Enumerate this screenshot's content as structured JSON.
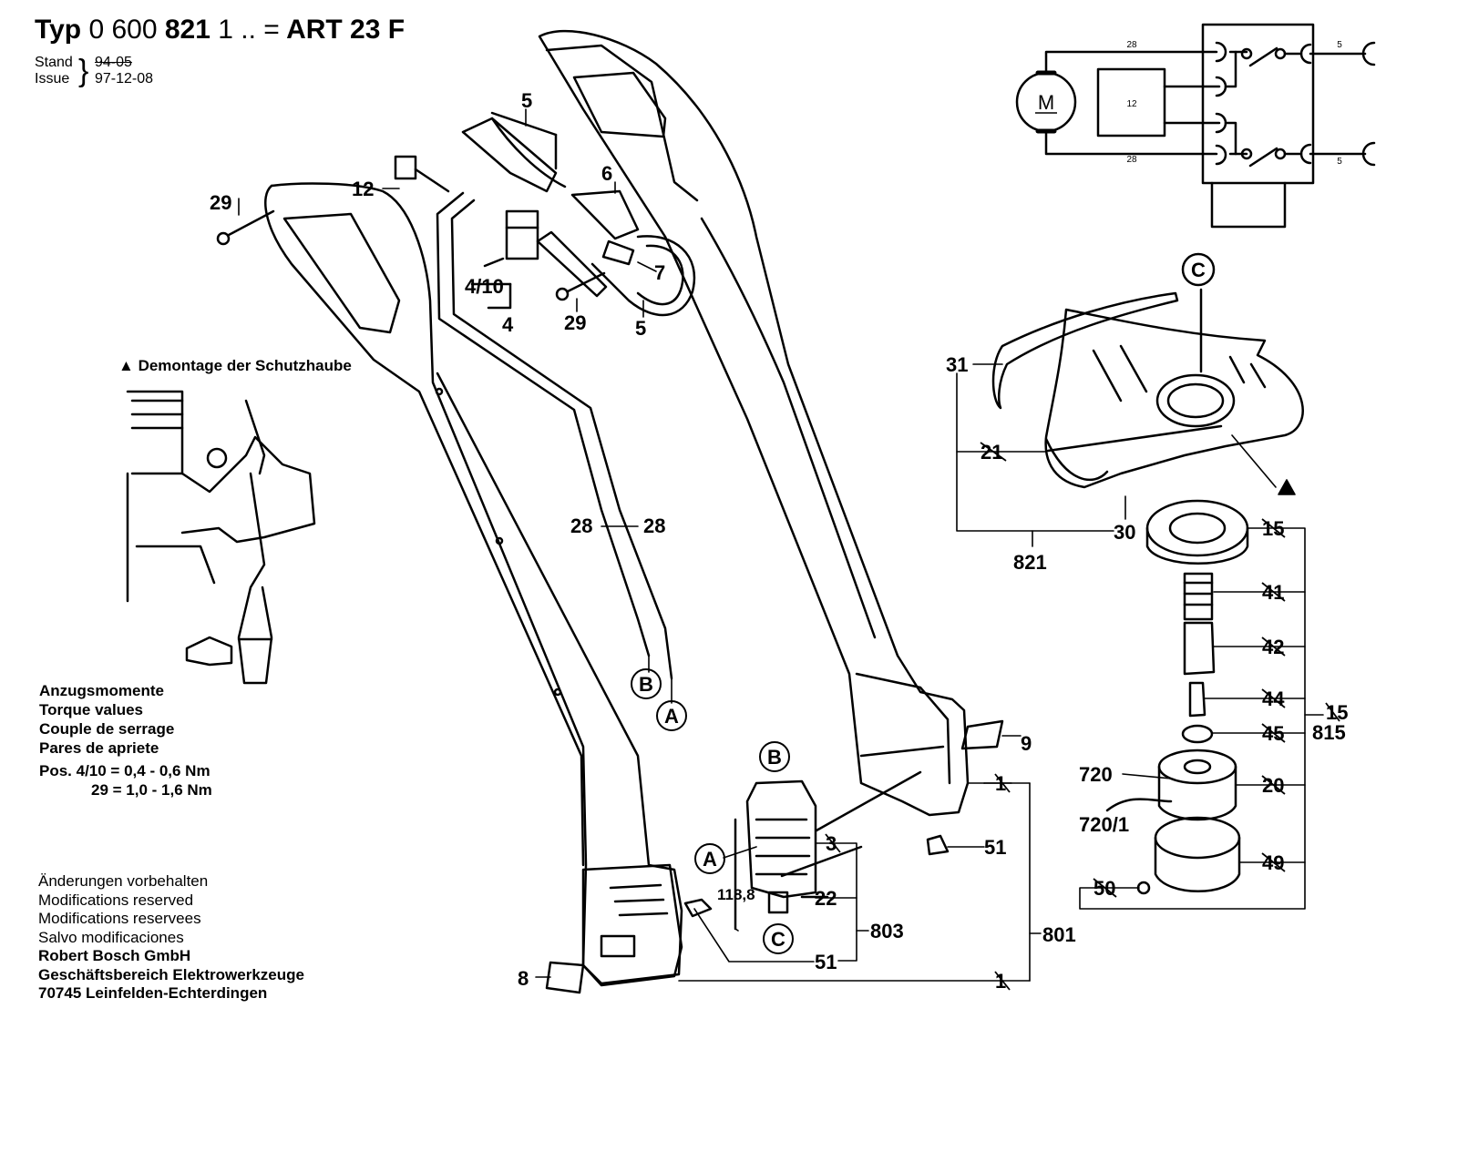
{
  "header": {
    "typ_label": "Typ",
    "typ_number_a": "0 600",
    "typ_number_b": "821",
    "typ_number_c": "1 .. =",
    "model": "ART 23 F",
    "stand_label": "Stand",
    "issue_label": "Issue",
    "stand_date_struck": "94-05",
    "issue_date": "97-12-08"
  },
  "demontage": {
    "symbol": "▲",
    "text": "Demontage der Schutzhaube"
  },
  "torque": {
    "lines": [
      "Anzugsmomente",
      "Torque values",
      "Couple de serrage",
      "Pares de apriete"
    ],
    "values": [
      "Pos. 4/10 = 0,4 - 0,6 Nm",
      "29 = 1,0 - 1,6 Nm"
    ]
  },
  "notes": {
    "lines": [
      "Änderungen vorbehalten",
      "Modifications reserved",
      "Modifications reservees",
      "Salvo modificaciones"
    ],
    "company": [
      "Robert Bosch GmbH",
      "Geschäftsbereich Elektrowerkzeuge",
      "70745 Leinfelden-Echterdingen"
    ]
  },
  "circuit": {
    "motor": "M",
    "module": "12",
    "wire_top": "28",
    "wire_bottom": "28",
    "lead_top": "5",
    "lead_bottom": "5"
  },
  "parts": {
    "p29a": "29",
    "p12": "12",
    "p5a": "5",
    "p6": "6",
    "p7": "7",
    "p410": "4/10",
    "p4": "4",
    "p29b": "29",
    "p5b": "5",
    "p28a": "28",
    "p28b": "28",
    "pB1": "B",
    "pA1": "A",
    "p9": "9",
    "p51a": "51",
    "p1a": "1",
    "pB2": "B",
    "pA2": "A",
    "p3": "3",
    "p1188": "118,8",
    "p22": "22",
    "pC2": "C",
    "p803": "803",
    "p51b": "51",
    "p801": "801",
    "p8": "8",
    "p1b": "1",
    "pC1": "C",
    "p31": "31",
    "p21": "21",
    "p30": "30",
    "p821": "821",
    "p15a": "15",
    "p41": "41",
    "p42": "42",
    "p44": "44",
    "p45": "45",
    "p15b": "15",
    "p815": "815",
    "p720": "720",
    "p7201": "720/1",
    "p20": "20",
    "p49": "49",
    "p50": "50"
  }
}
